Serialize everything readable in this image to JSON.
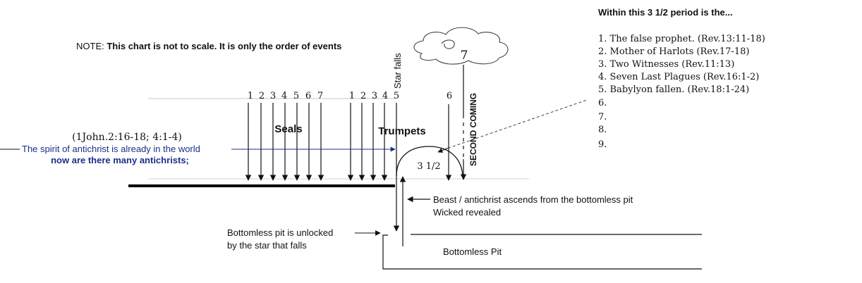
{
  "note": {
    "prefix": "NOTE:",
    "text": "This chart is not to scale. It is only the order of events"
  },
  "seals": {
    "label": "Seals",
    "numbers": [
      "1",
      "2",
      "3",
      "4",
      "5",
      "6",
      "7"
    ]
  },
  "trumpets": {
    "label": "Trumpets",
    "numbers": [
      "1",
      "2",
      "3",
      "4",
      "5"
    ],
    "sixth": "6",
    "seventh": "7"
  },
  "star_falls": "Star falls",
  "second_coming": "SECOND COMING",
  "period": {
    "label": "3 1/2"
  },
  "reference": "(1John.2:16-18; 4:1-4)",
  "spirit_text": "The spirit of antichrist is already in the world",
  "many_text": "now are there many antichrists;",
  "beast_text": "Beast / antichrist ascends from the bottomless pit",
  "wicked_text": "Wicked revealed",
  "pit_unlock": {
    "line1": "Bottomless pit is unlocked",
    "line2": "by the star that falls"
  },
  "pit_label": "Bottomless Pit",
  "period_list": {
    "title": "Within this 3 1/2 period is the...",
    "items": [
      "1. The false prophet. (Rev.13:11-18)",
      "2. Mother of Harlots (Rev.17-18)",
      "3. Two Witnesses (Rev.11:13)",
      "4. Seven Last Plagues (Rev.16:1-2)",
      "5. Babylyon fallen. (Rev.18:1-24)",
      "6.",
      "7.",
      "8.",
      "9."
    ]
  },
  "colors": {
    "ink": "#111111",
    "blue": "#1a2f88",
    "grey": "#b8b8b8"
  }
}
